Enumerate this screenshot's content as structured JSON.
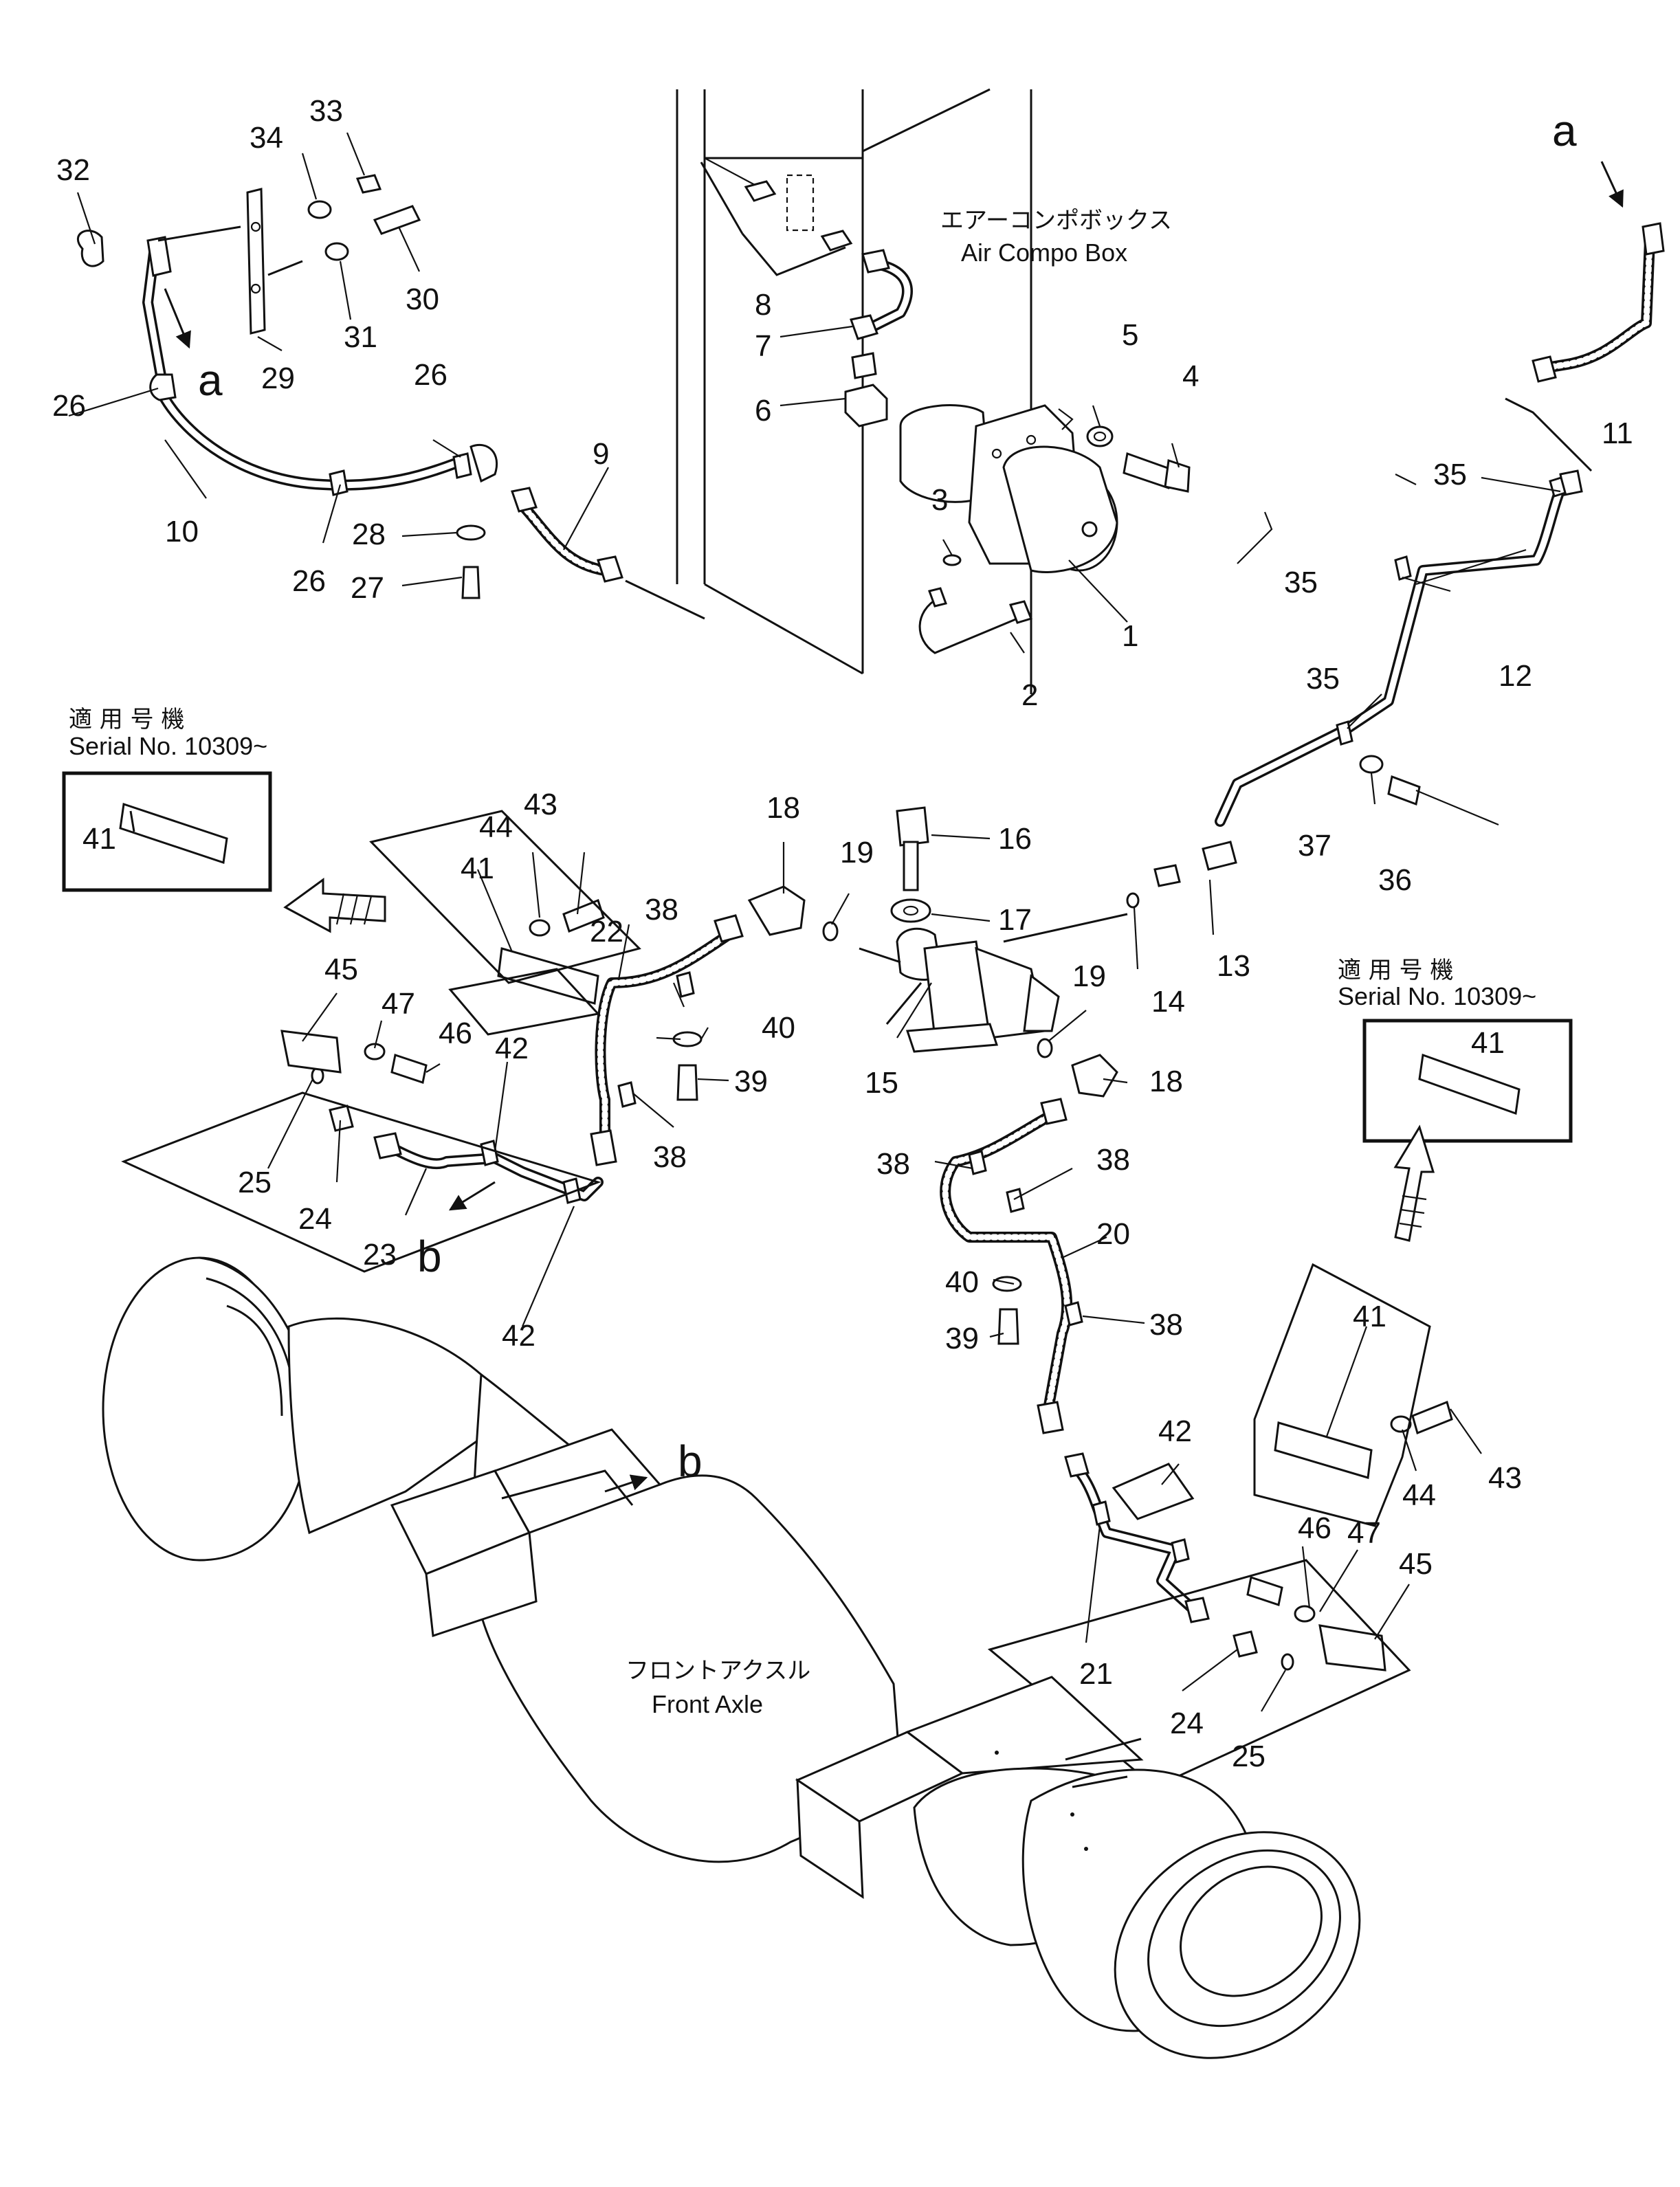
{
  "labels": {
    "air_compo_box_jp": "エアーコンポボックス",
    "air_compo_box_en": "Air Compo Box",
    "front_axle_jp": "フロントアクスル",
    "front_axle_en": "Front Axle",
    "serial_jp": "適 用 号 機",
    "serial_en": "Serial No. 10309~",
    "view_a": "a",
    "view_b": "b"
  },
  "part_numbers": [
    "1",
    "2",
    "3",
    "4",
    "5",
    "6",
    "7",
    "8",
    "9",
    "10",
    "11",
    "12",
    "13",
    "14",
    "15",
    "16",
    "17",
    "18",
    "19",
    "20",
    "21",
    "22",
    "23",
    "24",
    "25",
    "26",
    "27",
    "28",
    "29",
    "30",
    "31",
    "32",
    "33",
    "34",
    "35",
    "36",
    "37",
    "38",
    "39",
    "40",
    "41",
    "42",
    "43",
    "44",
    "45",
    "46",
    "47"
  ]
}
